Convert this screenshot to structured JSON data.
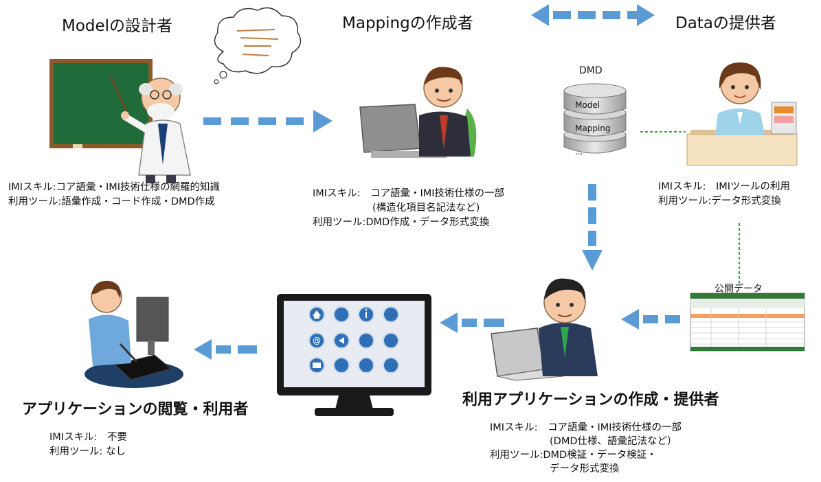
{
  "roles": {
    "model_designer": {
      "title": "Modelの設計者",
      "lines": [
        "IMIスキル:コア語彙・IMI技術仕様の網羅的知識",
        "利用ツール:語彙作成・コード作成・DMD作成"
      ]
    },
    "mapping_creator": {
      "title": "Mappingの作成者",
      "lines": [
        "IMIスキル:　コア語彙・IMI技術仕様の一部",
        "　　　　　　(構造化項目名記法など)",
        "利用ツール:DMD作成・データ形式変換"
      ]
    },
    "data_provider": {
      "title": "Dataの提供者",
      "lines": [
        "IMIスキル:　IMIツールの利用",
        "利用ツール:データ形式変換"
      ]
    },
    "app_creator": {
      "title": "利用アプリケーションの作成・提供者",
      "lines": [
        "IMIスキル:　コア語彙・IMI技術仕様の一部",
        "　　　　　　(DMD仕様、語彙記法など）",
        "利用ツール:DMD検証・データ検証・",
        "　　　　　　データ形式変換"
      ]
    },
    "app_user": {
      "title": "アプリケーションの閲覧・利用者",
      "lines": [
        "IMIスキル:　不要",
        "利用ツール: なし"
      ]
    }
  },
  "dmd": {
    "label": "DMD",
    "layers": [
      "Model",
      "Mapping",
      "..."
    ]
  },
  "public_data": {
    "label": "公開データ"
  },
  "colors": {
    "arrow": "#5b9bd5",
    "dashed_connector": "#2aa84a",
    "board": "#1f6b3a",
    "board_frame": "#8a5a2b",
    "monitor": "#1a1a1a",
    "app_icon": "#2f6fb5"
  }
}
